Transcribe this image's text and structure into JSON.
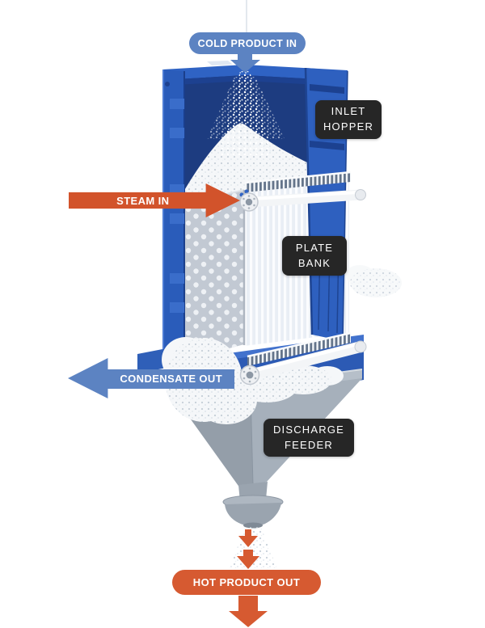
{
  "flows": {
    "cold_in": "COLD PRODUCT IN",
    "steam_in": "STEAM IN",
    "condensate_out": "CONDENSATE OUT",
    "hot_out": "HOT PRODUCT OUT"
  },
  "callouts": {
    "inlet_hopper": [
      "INLET",
      "HOPPER"
    ],
    "plate_bank": [
      "PLATE",
      "BANK"
    ],
    "discharge_feeder": [
      "DISCHARGE",
      "FEEDER"
    ]
  },
  "colors": {
    "accent_orange": "#d2532b",
    "accent_orange_bright": "#d65a31",
    "flow_blue": "#5c83c2",
    "label_dark": "#262626",
    "casing_blue": "#2a5cba",
    "casing_interior_navy": "#1d3c80",
    "plate_gray": "#c2c9d3",
    "hopper_gray": "#a6b0bb",
    "product_white": "#f5f7f9",
    "text_on_badge": "#ffffff"
  }
}
